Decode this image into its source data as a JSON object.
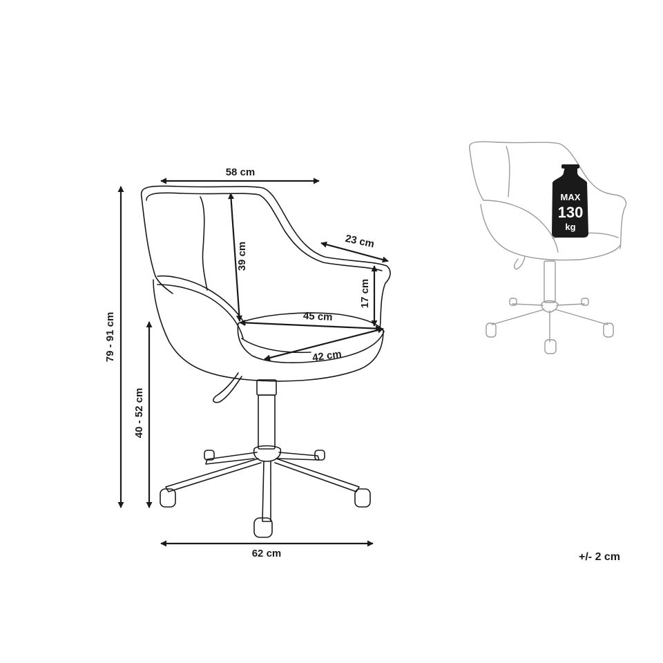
{
  "dimensions": {
    "width": "58 cm",
    "backrest_height": "39 cm",
    "armrest_depth": "23 cm",
    "armrest_height": "17 cm",
    "seat_width": "45 cm",
    "seat_depth": "42 cm",
    "total_height": "79 - 91 cm",
    "seat_height": "40 - 52 cm",
    "base_width": "62 cm"
  },
  "capacity": {
    "max_label": "MAX",
    "value": "130",
    "unit": "kg"
  },
  "tolerance": "+/- 2 cm",
  "colors": {
    "line": "#1a1a1a",
    "faded_line": "#9a9a9a",
    "badge": "#1a1a1a"
  }
}
